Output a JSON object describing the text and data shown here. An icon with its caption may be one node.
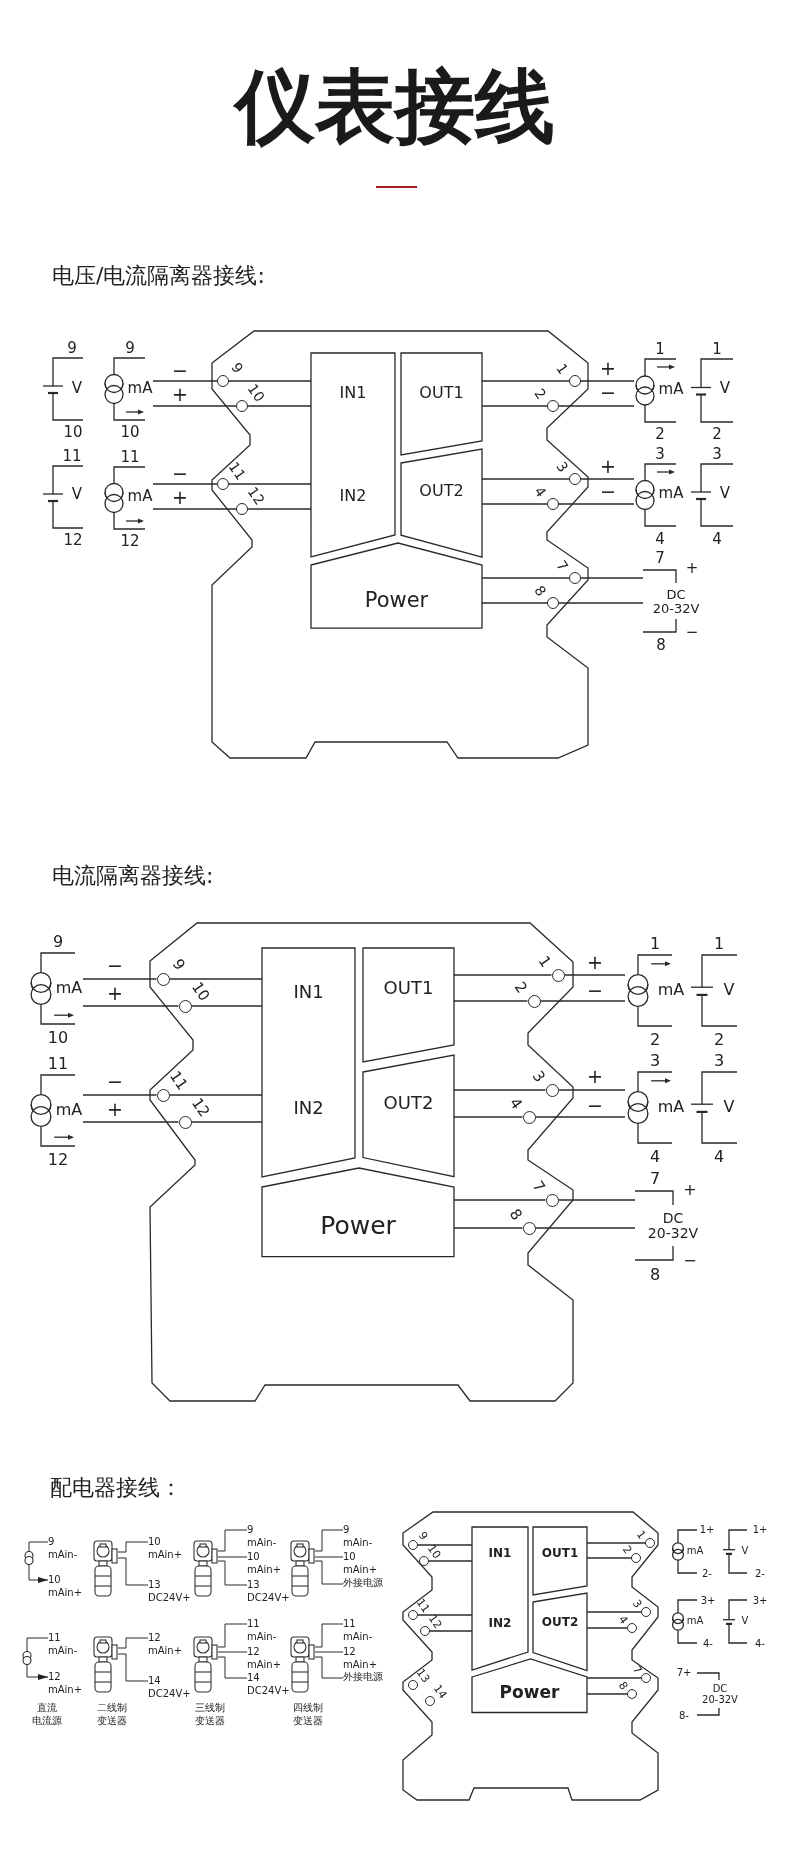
{
  "diagram": {
    "title": "仪表接线",
    "nodes": [
      {
        "text": [],
        "shape": "box"
      },
      {
        "text": [
          "IN1",
          "IN2"
        ],
        "in": 0
      },
      {
        "text": [
          "OUT1"
        ],
        "in": 0
      },
      {
        "text": [
          "OUT2"
        ],
        "in": 0
      },
      {
        "text": [
          "Power"
        ],
        "in": 0
      },
      {
        "text": [],
        "shape": "circle",
        "beside": [
          "9"
        ],
        "in": 0
      },
      {
        "text": [],
        "shape": "circle",
        "beside": [
          "10"
        ],
        "in": 0
      },
      {
        "text": [],
        "shape": "circle",
        "beside": [
          "11"
        ],
        "in": 0
      },
      {
        "text": [],
        "shape": "circle",
        "beside": [
          "12"
        ],
        "in": 0
      },
      {
        "text": [],
        "shape": "circle",
        "beside": [
          "1"
        ],
        "in": 0
      },
      {
        "text": [],
        "shape": "circle",
        "beside": [
          "2"
        ],
        "in": 0
      },
      {
        "text": [],
        "shape": "circle",
        "beside": [
          "3"
        ],
        "in": 0
      },
      {
        "text": [],
        "shape": "circle",
        "beside": [
          "4"
        ],
        "in": 0
      },
      {
        "text": [],
        "shape": "circle",
        "beside": [
          "7"
        ],
        "in": 0
      },
      {
        "text": [],
        "shape": "circle",
        "beside": [
          "8"
        ],
        "in": 0
      },
      {
        "text": [
          "9",
          "V",
          "10"
        ]
      },
      {
        "text": [
          "9",
          "mA",
          "10"
        ]
      },
      {
        "text": [
          "11",
          "V",
          "12"
        ]
      },
      {
        "text": [
          "11",
          "mA",
          "12"
        ]
      },
      {
        "text": [
          "1",
          "mA",
          "2"
        ]
      },
      {
        "text": [
          "1",
          "V",
          "2"
        ]
      },
      {
        "text": [
          "3",
          "mA",
          "4"
        ]
      },
      {
        "text": [
          "3",
          "V",
          "4"
        ]
      },
      {
        "text": [
          "7",
          "+",
          "DC 20-32V",
          "8",
          "−"
        ]
      },
      {
        "text": [],
        "shape": "box"
      },
      {
        "text": [
          "IN1",
          "IN2"
        ],
        "in": 24
      },
      {
        "text": [
          "OUT1"
        ],
        "in": 24
      },
      {
        "text": [
          "OUT2"
        ],
        "in": 24
      },
      {
        "text": [
          "Power"
        ],
        "in": 24
      },
      {
        "text": [],
        "shape": "circle",
        "beside": [
          "9"
        ],
        "in": 24
      },
      {
        "text": [],
        "shape": "circle",
        "beside": [
          "10"
        ],
        "in": 24
      },
      {
        "text": [],
        "shape": "circle",
        "beside": [
          "11"
        ],
        "in": 24
      },
      {
        "text": [],
        "shape": "circle",
        "beside": [
          "12"
        ],
        "in": 24
      },
      {
        "text": [],
        "shape": "circle",
        "beside": [
          "1"
        ],
        "in": 24
      },
      {
        "text": [],
        "shape": "circle",
        "beside": [
          "2"
        ],
        "in": 24
      },
      {
        "text": [],
        "shape": "circle",
        "beside": [
          "3"
        ],
        "in": 24
      },
      {
        "text": [],
        "shape": "circle",
        "beside": [
          "4"
        ],
        "in": 24
      },
      {
        "text": [],
        "shape": "circle",
        "beside": [
          "7"
        ],
        "in": 24
      },
      {
        "text": [],
        "shape": "circle",
        "beside": [
          "8"
        ],
        "in": 24
      },
      {
        "text": [
          "9",
          "mA",
          "10"
        ]
      },
      {
        "text": [
          "11",
          "mA",
          "12"
        ]
      },
      {
        "text": [
          "1",
          "mA",
          "2"
        ]
      },
      {
        "text": [
          "1",
          "V",
          "2"
        ]
      },
      {
        "text": [
          "3",
          "mA",
          "4"
        ]
      },
      {
        "text": [
          "3",
          "V",
          "4"
        ]
      },
      {
        "text": [
          "7",
          "+",
          "DC 20-32V",
          "8",
          "−"
        ]
      },
      {
        "text": [],
        "shape": "circle"
      },
      {
        "text": [
          "9",
          "mAin-"
        ]
      },
      {
        "text": [
          "10",
          "mAin+"
        ]
      },
      {
        "text": [],
        "shape": "picture"
      },
      {
        "text": [
          "10",
          "mAin+"
        ]
      },
      {
        "text": [
          "13",
          "DC24V+"
        ]
      },
      {
        "text": [],
        "shape": "picture"
      },
      {
        "text": [
          "9",
          "mAin-"
        ]
      },
      {
        "text": [
          "10",
          "mAin+"
        ]
      },
      {
        "text": [
          "13",
          "DC24V+"
        ]
      },
      {
        "text": [],
        "shape": "picture"
      },
      {
        "text": [
          "9",
          "mAin-"
        ]
      },
      {
        "text": [
          "10",
          "mAin+"
        ]
      },
      {
        "text": [
          "外接电源"
        ]
      },
      {
        "text": [],
        "shape": "circle"
      },
      {
        "text": [
          "11",
          "mAin-"
        ]
      },
      {
        "text": [
          "12",
          "mAin+"
        ]
      },
      {
        "text": [],
        "shape": "picture"
      },
      {
        "text": [
          "12",
          "mAin+"
        ]
      },
      {
        "text": [
          "14",
          "DC24V+"
        ]
      },
      {
        "text": [],
        "shape": "picture"
      },
      {
        "text": [
          "11",
          "mAin-"
        ]
      },
      {
        "text": [
          "12",
          "mAin+"
        ]
      },
      {
        "text": [
          "14",
          "DC24V+"
        ]
      },
      {
        "text": [],
        "shape": "picture"
      },
      {
        "text": [
          "11",
          "mAin-"
        ]
      },
      {
        "text": [
          "12",
          "mAin+"
        ]
      },
      {
        "text": [
          "外接电源"
        ]
      },
      {
        "text": [],
        "shape": "box"
      },
      {
        "text": [
          "IN1",
          "IN2"
        ],
        "in": 74
      },
      {
        "text": [
          "OUT1"
        ],
        "in": 74
      },
      {
        "text": [
          "OUT2"
        ],
        "in": 74
      },
      {
        "text": [
          "Power"
        ],
        "in": 74
      },
      {
        "text": [],
        "shape": "circle",
        "beside": [
          "9"
        ],
        "in": 74
      },
      {
        "text": [],
        "shape": "circle",
        "beside": [
          "10"
        ],
        "in": 74
      },
      {
        "text": [],
        "shape": "circle",
        "beside": [
          "11"
        ],
        "in": 74
      },
      {
        "text": [],
        "shape": "circle",
        "beside": [
          "12"
        ],
        "in": 74
      },
      {
        "text": [],
        "shape": "circle",
        "beside": [
          "13"
        ],
        "in": 74
      },
      {
        "text": [],
        "shape": "circle",
        "beside": [
          "14"
        ],
        "in": 74
      },
      {
        "text": [],
        "shape": "circle",
        "beside": [
          "1"
        ],
        "in": 74
      },
      {
        "text": [],
        "shape": "circle",
        "beside": [
          "2"
        ],
        "in": 74
      },
      {
        "text": [],
        "shape": "circle",
        "beside": [
          "3"
        ],
        "in": 74
      },
      {
        "text": [],
        "shape": "circle",
        "beside": [
          "4"
        ],
        "in": 74
      },
      {
        "text": [],
        "shape": "circle",
        "beside": [
          "7"
        ],
        "in": 74
      },
      {
        "text": [],
        "shape": "circle",
        "beside": [
          "8"
        ],
        "in": 74
      },
      {
        "text": [
          "1+",
          "mA",
          "2-"
        ]
      },
      {
        "text": [
          "1+",
          "V",
          "2-"
        ]
      },
      {
        "text": [
          "3+",
          "mA",
          "4-"
        ]
      },
      {
        "text": [
          "3+",
          "V",
          "4-"
        ]
      },
      {
        "text": [
          "7+",
          "DC 20-32V",
          "8-"
        ]
      }
    ],
    "edges": [
      {
        "from": 1,
        "to": 5,
        "arrow": "none"
      },
      {
        "from": 1,
        "to": 6,
        "arrow": "none"
      },
      {
        "from": 1,
        "to": 7,
        "arrow": "none"
      },
      {
        "from": 1,
        "to": 8,
        "arrow": "none"
      },
      {
        "from": 2,
        "to": 9,
        "arrow": "none"
      },
      {
        "from": 2,
        "to": 10,
        "arrow": "none"
      },
      {
        "from": 3,
        "to": 11,
        "arrow": "none"
      },
      {
        "from": 3,
        "to": 12,
        "arrow": "none"
      },
      {
        "from": 4,
        "to": 13,
        "arrow": "none"
      },
      {
        "from": 4,
        "to": 14,
        "arrow": "none"
      },
      {
        "from": 5,
        "to": 16,
        "arrow": "none"
      },
      {
        "from": 6,
        "to": 16,
        "arrow": "none"
      },
      {
        "from": 7,
        "to": 18,
        "arrow": "none"
      },
      {
        "from": 8,
        "to": 18,
        "arrow": "none"
      },
      {
        "from": 9,
        "to": 19,
        "arrow": "none"
      },
      {
        "from": 10,
        "to": 19,
        "arrow": "none"
      },
      {
        "from": 11,
        "to": 21,
        "arrow": "none"
      },
      {
        "from": 12,
        "to": 21,
        "arrow": "none"
      },
      {
        "from": 13,
        "to": 23,
        "arrow": "none"
      },
      {
        "from": 14,
        "to": 23,
        "arrow": "none"
      },
      {
        "from": 25,
        "to": 29,
        "arrow": "none"
      },
      {
        "from": 25,
        "to": 30,
        "arrow": "none"
      },
      {
        "from": 25,
        "to": 31,
        "arrow": "none"
      },
      {
        "from": 25,
        "to": 32,
        "arrow": "none"
      },
      {
        "from": 26,
        "to": 33,
        "arrow": "none"
      },
      {
        "from": 26,
        "to": 34,
        "arrow": "none"
      },
      {
        "from": 27,
        "to": 35,
        "arrow": "none"
      },
      {
        "from": 27,
        "to": 36,
        "arrow": "none"
      },
      {
        "from": 28,
        "to": 37,
        "arrow": "none"
      },
      {
        "from": 28,
        "to": 38,
        "arrow": "none"
      },
      {
        "from": 29,
        "to": 39,
        "arrow": "none"
      },
      {
        "from": 30,
        "to": 39,
        "arrow": "none"
      },
      {
        "from": 31,
        "to": 40,
        "arrow": "none"
      },
      {
        "from": 32,
        "to": 40,
        "arrow": "none"
      },
      {
        "from": 33,
        "to": 41,
        "arrow": "none"
      },
      {
        "from": 34,
        "to": 41,
        "arrow": "none"
      },
      {
        "from": 35,
        "to": 43,
        "arrow": "none"
      },
      {
        "from": 36,
        "to": 43,
        "arrow": "none"
      },
      {
        "from": 37,
        "to": 45,
        "arrow": "none"
      },
      {
        "from": 38,
        "to": 45,
        "arrow": "none"
      },
      {
        "from": 46,
        "to": 47,
        "arrow": "none"
      },
      {
        "from": 46,
        "to": 48,
        "arrow": "to"
      },
      {
        "from": 49,
        "to": 50,
        "arrow": "none"
      },
      {
        "from": 49,
        "to": 51,
        "arrow": "none"
      },
      {
        "from": 52,
        "to": 53,
        "arrow": "none"
      },
      {
        "from": 52,
        "to": 54,
        "arrow": "none"
      },
      {
        "from": 52,
        "to": 55,
        "arrow": "none"
      },
      {
        "from": 56,
        "to": 57,
        "arrow": "none"
      },
      {
        "from": 56,
        "to": 58,
        "arrow": "none"
      },
      {
        "from": 56,
        "to": 59,
        "arrow": "none"
      },
      {
        "from": 60,
        "to": 61,
        "arrow": "none"
      },
      {
        "from": 60,
        "to": 62,
        "arrow": "to"
      },
      {
        "from": 63,
        "to": 64,
        "arrow": "none"
      },
      {
        "from": 63,
        "to": 65,
        "arrow": "none"
      },
      {
        "from": 66,
        "to": 67,
        "arrow": "none"
      },
      {
        "from": 66,
        "to": 68,
        "arrow": "none"
      },
      {
        "from": 66,
        "to": 69,
        "arrow": "none"
      },
      {
        "from": 70,
        "to": 71,
        "arrow": "none"
      },
      {
        "from": 70,
        "to": 72,
        "arrow": "none"
      },
      {
        "from": 70,
        "to": 73,
        "arrow": "none"
      },
      {
        "from": 75,
        "to": 79,
        "arrow": "none"
      },
      {
        "from": 75,
        "to": 80,
        "arrow": "none"
      },
      {
        "from": 75,
        "to": 81,
        "arrow": "none"
      },
      {
        "from": 75,
        "to": 82,
        "arrow": "none"
      },
      {
        "from": 76,
        "to": 85,
        "arrow": "none"
      },
      {
        "from": 76,
        "to": 86,
        "arrow": "none"
      },
      {
        "from": 77,
        "to": 87,
        "arrow": "none"
      },
      {
        "from": 77,
        "to": 88,
        "arrow": "none"
      },
      {
        "from": 78,
        "to": 89,
        "arrow": "none"
      },
      {
        "from": 78,
        "to": 90,
        "arrow": "none"
      }
    ],
    "labels": [
      "电压/电流隔离器接线:",
      "−",
      "+",
      "−",
      "+",
      "+",
      "−",
      "+",
      "−",
      "电流隔离器接线:",
      "−",
      "+",
      "−",
      "+",
      "+",
      "−",
      "+",
      "−",
      "配电器接线：",
      "直流电流源",
      "二线制变送器",
      "三线制变送器",
      "四线制变送器"
    ]
  }
}
